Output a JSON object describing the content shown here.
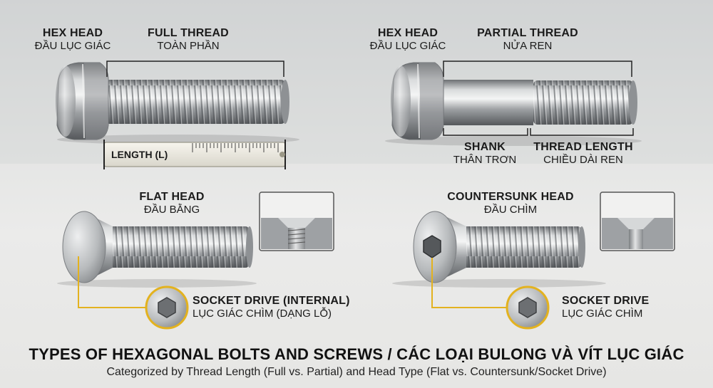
{
  "labels": {
    "hex_head_left": {
      "en": "HEX HEAD",
      "vi": "ĐẦU LỤC GIÁC"
    },
    "full_thread": {
      "en": "FULL THREAD",
      "vi": "TOÀN PHẦN"
    },
    "hex_head_right": {
      "en": "HEX HEAD",
      "vi": "ĐẦU LỤC GIÁC"
    },
    "partial_thread": {
      "en": "PARTIAL THREAD",
      "vi": "NỬA REN"
    },
    "length": "LENGTH (L)",
    "shank": {
      "en": "SHANK",
      "vi": "THÂN TRƠN"
    },
    "thread_length": {
      "en": "THREAD LENGTH",
      "vi": "CHIỀU DÀI REN"
    },
    "flat_head": {
      "en": "FLAT HEAD",
      "vi": "ĐẦU BẰNG"
    },
    "countersunk_head": {
      "en": "COUNTERSUNK HEAD",
      "vi": "ĐẦU CHÌM"
    },
    "socket_drive_internal": {
      "en": "SOCKET DRIVE (INTERNAL)",
      "vi": "LỤC GIÁC CHÌM (DẠNG LỖ)"
    },
    "socket_drive": {
      "en": "SOCKET DRIVE",
      "vi": "LỤC GIÁC CHÌM"
    }
  },
  "footer": {
    "title": "TYPES OF HEXAGONAL BOLTS AND SCREWS / CÁC LOẠI BULONG VÀ VÍT LỤC GIÁC",
    "subtitle": "Categorized by Thread Length (Full vs. Partial) and Head Type (Flat vs. Countersunk/Socket Drive)"
  },
  "colors": {
    "callout": "#e3b21f",
    "text": "#1b1b1b",
    "steel": "#a9acae"
  }
}
